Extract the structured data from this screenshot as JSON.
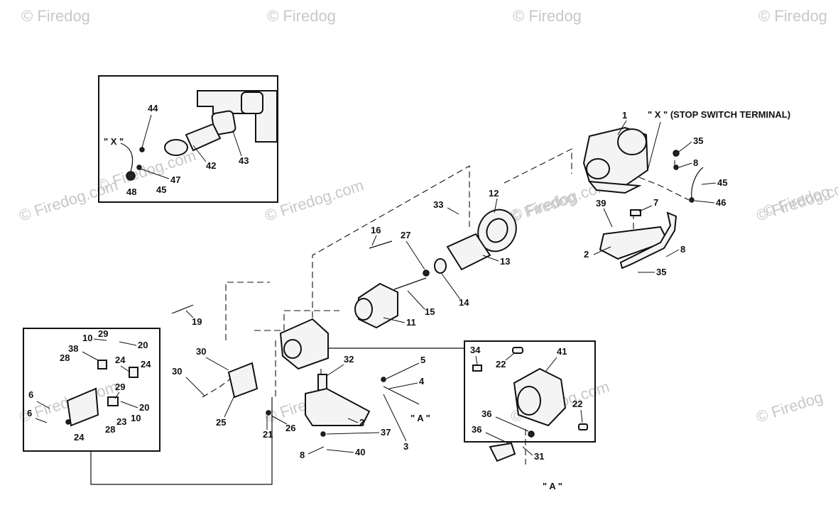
{
  "watermarks": [
    {
      "text": "© Firedog"
    },
    {
      "text": "© Firedog"
    },
    {
      "text": "© Firedog"
    },
    {
      "text": "© Firedog"
    },
    {
      "text": "© Firedog.com"
    },
    {
      "text": "© Firedog.com"
    },
    {
      "text": "© Firedog.com"
    },
    {
      "text": "© Firedog.com"
    },
    {
      "text": "© Firedog.com"
    },
    {
      "text": "© Firedog"
    },
    {
      "text": "© Firedog.com"
    },
    {
      "text": "© Firedog"
    },
    {
      "text": "© Firedog.com"
    },
    {
      "text": "© Firedog"
    },
    {
      "text": "© Firedog"
    }
  ],
  "annotations": {
    "stop_switch": "\" X \" (STOP SWITCH TERMINAL)",
    "x_marker": "\" X \"",
    "a_marker_center": "\" A \"",
    "a_marker_bottom": "\" A \""
  },
  "callouts": [
    "44",
    "42",
    "43",
    "47",
    "45",
    "48",
    "1",
    "35",
    "8",
    "45",
    "46",
    "7",
    "39",
    "2",
    "8",
    "35",
    "12",
    "33",
    "16",
    "27",
    "13",
    "14",
    "15",
    "11",
    "19",
    "10",
    "29",
    "20",
    "38",
    "28",
    "24",
    "24",
    "29",
    "6",
    "6",
    "20",
    "10",
    "23",
    "28",
    "24",
    "30",
    "30",
    "25",
    "21",
    "26",
    "32",
    "5",
    "4",
    "2",
    "3",
    "37",
    "8",
    "40",
    "34",
    "22",
    "41",
    "22",
    "36",
    "36",
    "31"
  ]
}
